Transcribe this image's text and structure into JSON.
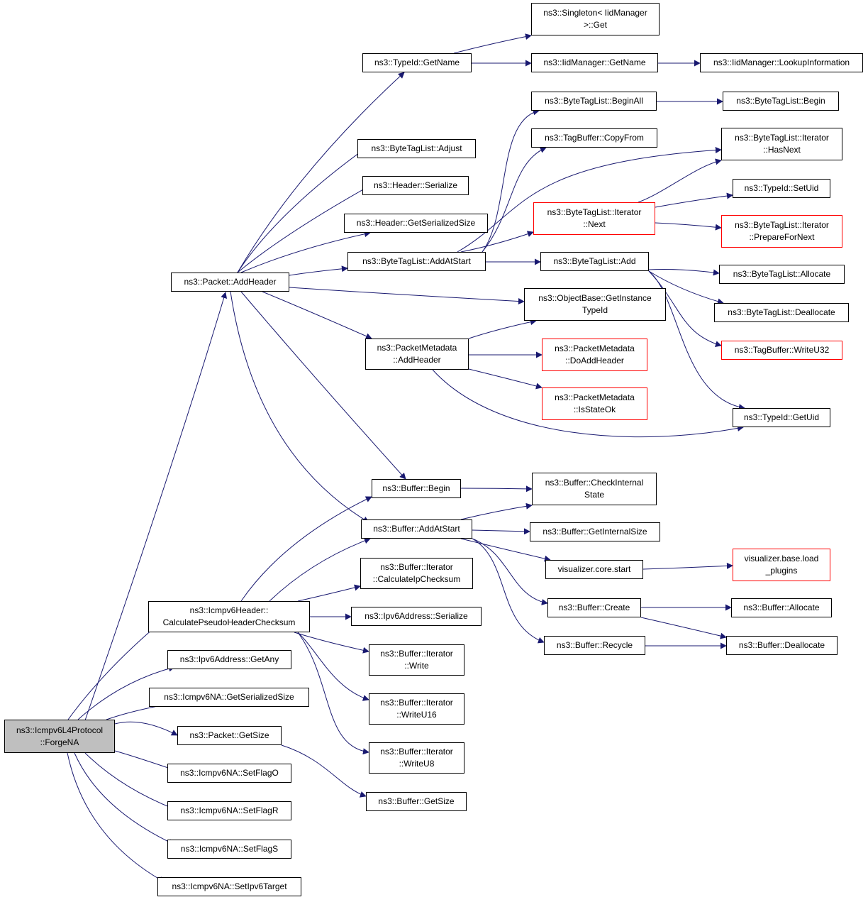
{
  "colors": {
    "edge": "#191970",
    "box_border": "#000000",
    "box_border_incomplete": "#ff0000",
    "root_fill": "#bfbfbf"
  },
  "nodes": {
    "forge_na": [
      "ns3::Icmpv6L4Protocol",
      "::ForgeNA"
    ],
    "packet_add_header": [
      "ns3::Packet::AddHeader"
    ],
    "calc_pseudo": [
      "ns3::Icmpv6Header::",
      "CalculatePseudoHeaderChecksum"
    ],
    "ipv6_get_any": [
      "ns3::Ipv6Address::GetAny"
    ],
    "na_get_serialized_size": [
      "ns3::Icmpv6NA::GetSerializedSize"
    ],
    "packet_get_size": [
      "ns3::Packet::GetSize"
    ],
    "set_flag_o": [
      "ns3::Icmpv6NA::SetFlagO"
    ],
    "set_flag_r": [
      "ns3::Icmpv6NA::SetFlagR"
    ],
    "set_flag_s": [
      "ns3::Icmpv6NA::SetFlagS"
    ],
    "set_ipv6_target": [
      "ns3::Icmpv6NA::SetIpv6Target"
    ],
    "typeid_get_name": [
      "ns3::TypeId::GetName"
    ],
    "btl_adjust": [
      "ns3::ByteTagList::Adjust"
    ],
    "header_serialize": [
      "ns3::Header::Serialize"
    ],
    "header_get_serialized_size": [
      "ns3::Header::GetSerializedSize"
    ],
    "btl_add_at_start": [
      "ns3::ByteTagList::AddAtStart"
    ],
    "pm_add_header": [
      "ns3::PacketMetadata",
      "::AddHeader"
    ],
    "buffer_begin": [
      "ns3::Buffer::Begin"
    ],
    "buffer_add_at_start": [
      "ns3::Buffer::AddAtStart"
    ],
    "bi_calc_ip_checksum": [
      "ns3::Buffer::Iterator",
      "::CalculateIpChecksum"
    ],
    "ipv6_serialize": [
      "ns3::Ipv6Address::Serialize"
    ],
    "bi_write": [
      "ns3::Buffer::Iterator",
      "::Write"
    ],
    "bi_write_u16": [
      "ns3::Buffer::Iterator",
      "::WriteU16"
    ],
    "bi_write_u8": [
      "ns3::Buffer::Iterator",
      "::WriteU8"
    ],
    "buffer_get_size": [
      "ns3::Buffer::GetSize"
    ],
    "singleton_get": [
      "ns3::Singleton< IidManager",
      " >::Get"
    ],
    "iid_get_name": [
      "ns3::IidManager::GetName"
    ],
    "iid_lookup": [
      "ns3::IidManager::LookupInformation"
    ],
    "btl_begin_all": [
      "ns3::ByteTagList::BeginAll"
    ],
    "btl_begin": [
      "ns3::ByteTagList::Begin"
    ],
    "tagbuf_copy_from": [
      "ns3::TagBuffer::CopyFrom"
    ],
    "btl_it_has_next": [
      "ns3::ByteTagList::Iterator",
      "::HasNext"
    ],
    "btl_it_next": [
      "ns3::ByteTagList::Iterator",
      "::Next"
    ],
    "typeid_set_uid": [
      "ns3::TypeId::SetUid"
    ],
    "btl_it_prepare": [
      "ns3::ByteTagList::Iterator",
      "::PrepareForNext"
    ],
    "btl_add": [
      "ns3::ByteTagList::Add"
    ],
    "btl_allocate": [
      "ns3::ByteTagList::Allocate"
    ],
    "btl_deallocate": [
      "ns3::ByteTagList::Deallocate"
    ],
    "ob_get_instance_typeid": [
      "ns3::ObjectBase::GetInstance",
      "TypeId"
    ],
    "pm_do_add_header": [
      "ns3::PacketMetadata",
      "::DoAddHeader"
    ],
    "tagbuf_write_u32": [
      "ns3::TagBuffer::WriteU32"
    ],
    "pm_is_state_ok": [
      "ns3::PacketMetadata",
      "::IsStateOk"
    ],
    "typeid_get_uid": [
      "ns3::TypeId::GetUid"
    ],
    "buffer_check_internal": [
      "ns3::Buffer::CheckInternal",
      "State"
    ],
    "buffer_get_internal_size": [
      "ns3::Buffer::GetInternalSize"
    ],
    "vis_core_start": [
      "visualizer.core.start"
    ],
    "vis_load_plugins": [
      "visualizer.base.load",
      "_plugins"
    ],
    "buffer_create": [
      "ns3::Buffer::Create"
    ],
    "buffer_allocate": [
      "ns3::Buffer::Allocate"
    ],
    "buffer_recycle": [
      "ns3::Buffer::Recycle"
    ],
    "buffer_deallocate": [
      "ns3::Buffer::Deallocate"
    ]
  }
}
